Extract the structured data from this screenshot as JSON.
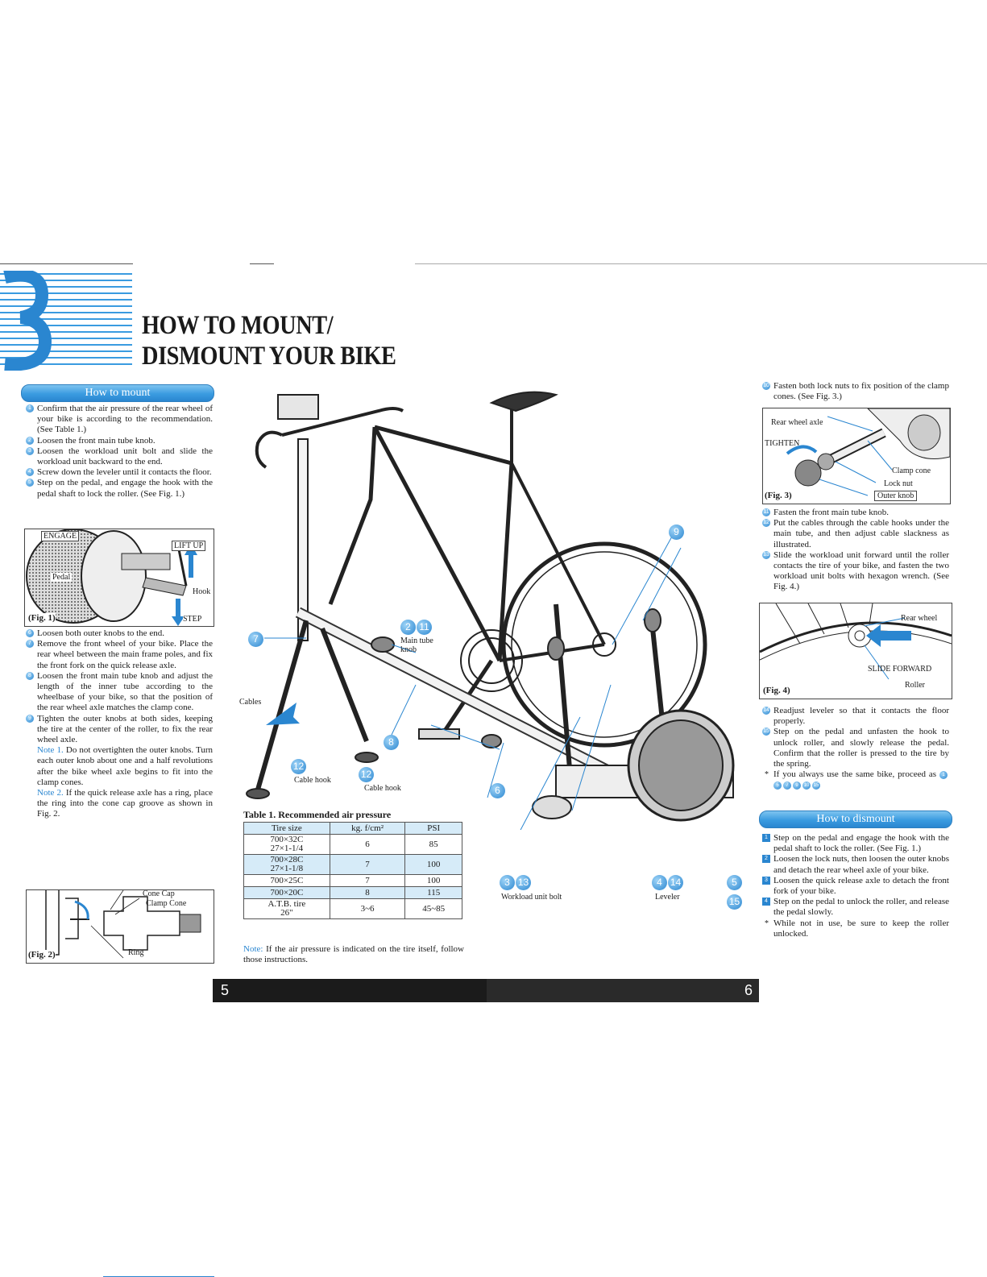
{
  "heading": {
    "line1": "HOW TO MOUNT/",
    "line2": "DISMOUNT YOUR BIKE"
  },
  "mount": {
    "title": "How to mount",
    "steps_a": [
      {
        "n": "1",
        "text": "Confirm that the air pressure of the rear wheel of your bike is according to the recommendation. (See Table 1.)"
      },
      {
        "n": "2",
        "text": "Loosen the front main tube knob."
      },
      {
        "n": "3",
        "text": "Loosen the workload unit bolt and slide the workload unit backward to the end."
      },
      {
        "n": "4",
        "text": "Screw down the leveler until it contacts the floor."
      },
      {
        "n": "5",
        "text": "Step on the pedal, and engage the hook with the pedal shaft to lock the roller. (See Fig. 1.)"
      }
    ],
    "steps_b": [
      {
        "n": "6",
        "text": "Loosen both outer knobs to the end."
      },
      {
        "n": "7",
        "text": "Remove the front wheel of your bike. Place the rear wheel between the main frame poles, and fix the front fork on the quick release axle."
      },
      {
        "n": "8",
        "text": "Loosen the front main tube knob and adjust the length of the inner tube according to the wheelbase of your bike, so that the position of the rear wheel axle matches the clamp cone."
      },
      {
        "n": "9",
        "text": "Tighten the outer knobs at both sides, keeping the tire at the center of the roller, to fix the rear wheel axle."
      }
    ],
    "note1_label": "Note 1.",
    "note1_text": "Do not overtighten the outer knobs. Turn each outer knob about one and a half revolutions after the bike wheel axle begins to fit into the clamp cones.",
    "note2_label": "Note 2.",
    "note2_text": "If the quick release axle has a ring, place the ring into the cone cap groove as shown in Fig. 2.",
    "steps_c": [
      {
        "n": "10",
        "text": "Fasten both lock nuts to fix position of the clamp cones. (See Fig. 3.)"
      }
    ],
    "steps_d": [
      {
        "n": "11",
        "text": "Fasten the front main tube knob."
      },
      {
        "n": "12",
        "text": "Put the cables through the cable hooks under the main tube, and then adjust cable slackness as illustrated."
      },
      {
        "n": "13",
        "text": "Slide the workload unit forward until the roller contacts the tire of your bike, and fasten the two workload unit bolts with hexagon wrench. (See Fig. 4.)"
      }
    ],
    "steps_e": [
      {
        "n": "14",
        "text": "Readjust leveler so that it contacts the floor properly."
      },
      {
        "n": "15",
        "text": "Step on the pedal and unfasten the hook to unlock roller, and slowly release the pedal. Confirm that the roller is pressed to the tire by the spring."
      }
    ],
    "star_text": "If you always use the same bike, proceed as",
    "star_dots": [
      "1",
      "5",
      "7",
      "9",
      "10",
      "15"
    ]
  },
  "fig1": {
    "label": "(Fig. 1)",
    "engage": "ENGAGE",
    "lift": "LIFT UP",
    "pedal": "Pedal",
    "hook": "Hook",
    "step": "STEP"
  },
  "fig2": {
    "label": "(Fig. 2)",
    "cone_cap": "Cone Cap",
    "clamp_cone": "Clamp Cone",
    "ring": "Ring"
  },
  "fig3": {
    "label": "(Fig. 3)",
    "axle": "Rear wheel axle",
    "tighten": "TIGHTEN",
    "clamp": "Clamp cone",
    "lock": "Lock nut",
    "outer": "Outer knob"
  },
  "fig4": {
    "label": "(Fig. 4)",
    "rear": "Rear wheel",
    "slide": "SLIDE FORWARD",
    "roller": "Roller"
  },
  "diagram": {
    "cables": "Cables",
    "main_tube_knob": "Main tube knob",
    "cable_hook_1": "Cable hook",
    "cable_hook_2": "Cable hook",
    "workload_bolt": "Workload unit bolt",
    "leveler": "Leveler",
    "b7": "7",
    "b2": "2",
    "b11": "11",
    "b9": "9",
    "b8": "8",
    "b6": "6",
    "b12a": "12",
    "b12b": "12",
    "b3": "3",
    "b13": "13",
    "b4": "4",
    "b14": "14",
    "b5": "5",
    "b15": "15"
  },
  "table": {
    "caption": "Table 1. Recommended air pressure",
    "headers": [
      "Tire size",
      "kg. f/cm²",
      "PSI"
    ],
    "rows": [
      {
        "size": "700×32C\n27×1-1/4",
        "kg": "6",
        "psi": "85"
      },
      {
        "size": "700×28C\n27×1-1/8",
        "kg": "7",
        "psi": "100"
      },
      {
        "size": "700×25C",
        "kg": "7",
        "psi": "100"
      },
      {
        "size": "700×20C",
        "kg": "8",
        "psi": "115"
      },
      {
        "size": "A.T.B. tire\n26\"",
        "kg": "3~6",
        "psi": "45~85"
      }
    ],
    "note_label": "Note:",
    "note_text": "If the air pressure is indicated on the tire itself, follow those instructions."
  },
  "dismount": {
    "title": "How to dismount",
    "steps": [
      {
        "n": "1",
        "text": "Step on the pedal and engage the hook with the pedal shaft to lock the roller. (See Fig. 1.)"
      },
      {
        "n": "2",
        "text": "Loosen the lock nuts, then loosen the outer knobs and detach the rear wheel axle of your bike."
      },
      {
        "n": "3",
        "text": "Loosen the quick release axle to detach the front fork of your bike."
      },
      {
        "n": "4",
        "text": "Step on the pedal to unlock the roller, and release the pedal slowly."
      }
    ],
    "star_text": "While not in use, be sure to keep the roller unlocked."
  },
  "pages": {
    "left": "5",
    "right": "6"
  }
}
